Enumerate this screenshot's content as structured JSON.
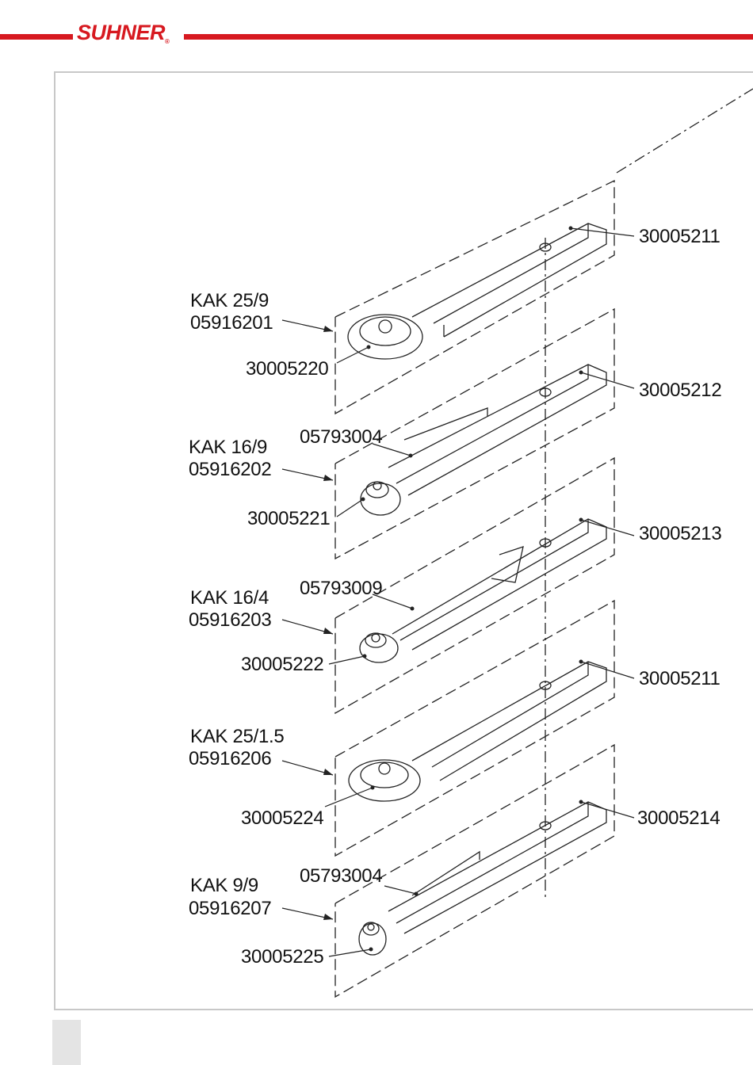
{
  "brand": {
    "name": "SUHNER",
    "mark": "®",
    "color": "#d71920"
  },
  "assemblies": [
    {
      "type": "KAK 25/9",
      "number": "05916201",
      "wheel_part": "30005220",
      "arm_part": "30005211",
      "pin_part": ""
    },
    {
      "type": "KAK 16/9",
      "number": "05916202",
      "wheel_part": "30005221",
      "arm_part": "30005212",
      "pin_part": "05793004"
    },
    {
      "type": "KAK 16/4",
      "number": "05916203",
      "wheel_part": "30005222",
      "arm_part": "30005213",
      "pin_part": "05793009"
    },
    {
      "type": "KAK 25/1.5",
      "number": "05916206",
      "wheel_part": "30005224",
      "arm_part": "30005211",
      "pin_part": ""
    },
    {
      "type": "KAK 9/9",
      "number": "05916207",
      "wheel_part": "30005225",
      "arm_part": "30005214",
      "pin_part": "05793004"
    }
  ]
}
